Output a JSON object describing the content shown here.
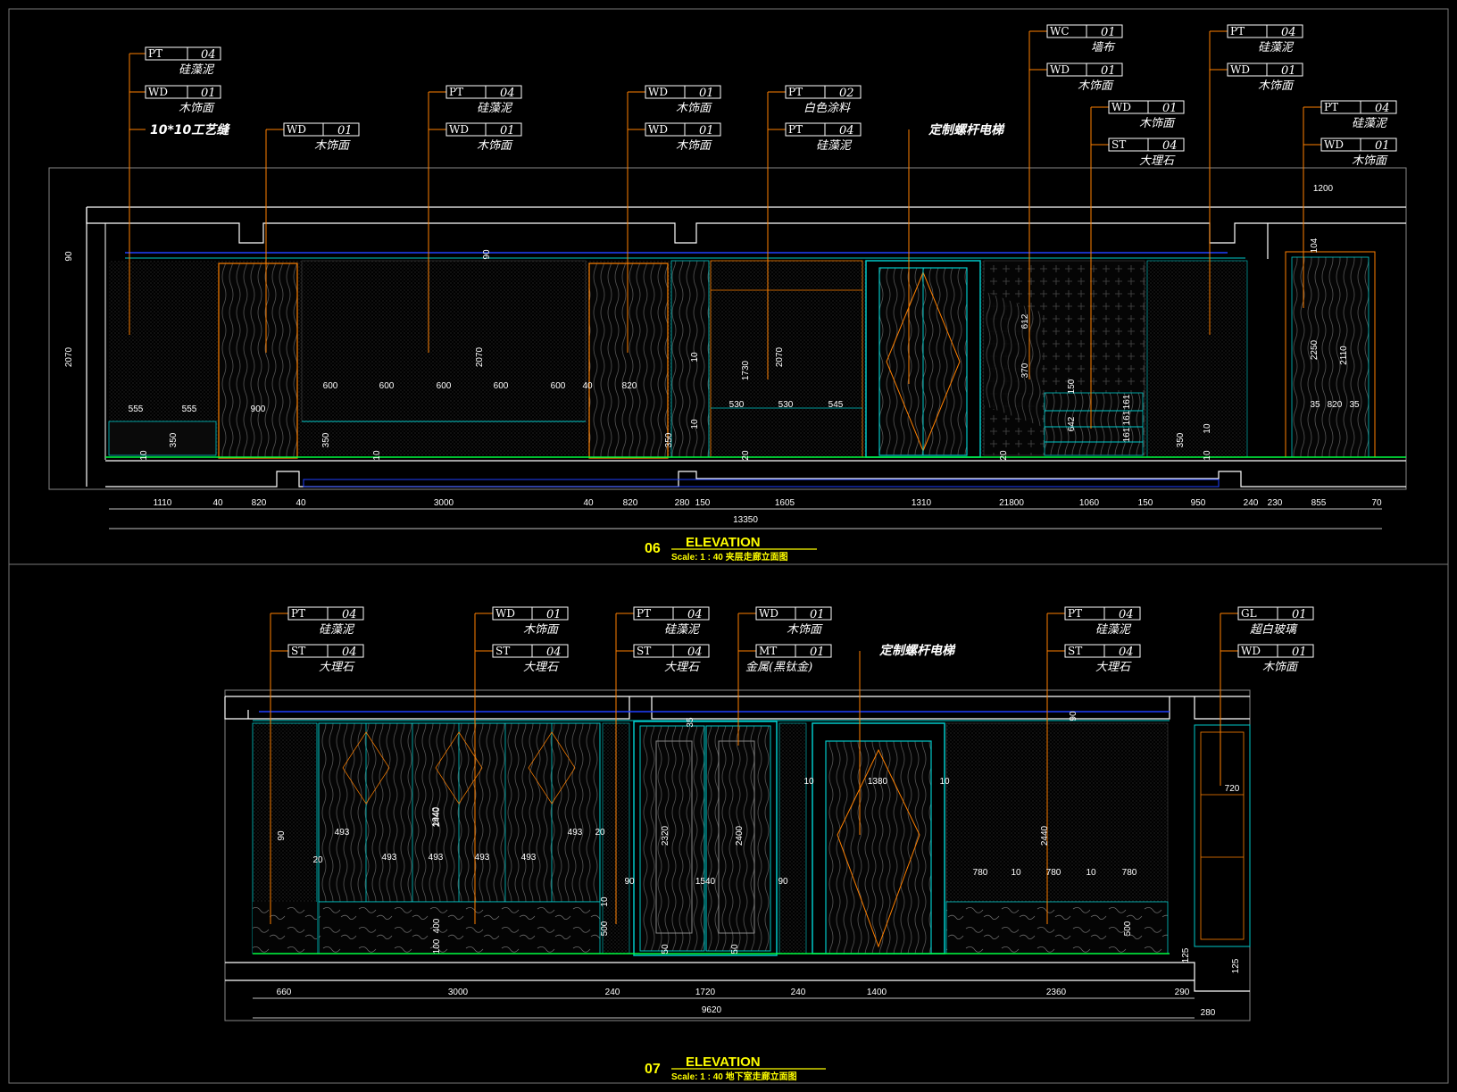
{
  "elevation06": {
    "number": "06",
    "title": "ELEVATION",
    "scale": "Scale: 1 : 40  夹层走廊立面图",
    "tags": [
      {
        "code": "PT",
        "num": "04",
        "label": "硅藻泥"
      },
      {
        "code": "WD",
        "num": "01",
        "label": "木饰面"
      },
      {
        "code": "WD",
        "num": "01",
        "label": "木饰面"
      },
      {
        "code": "PT",
        "num": "04",
        "label": "硅藻泥"
      },
      {
        "code": "WD",
        "num": "01",
        "label": "木饰面"
      },
      {
        "code": "WD",
        "num": "01",
        "label": "木饰面"
      },
      {
        "code": "WD",
        "num": "01",
        "label": "木饰面"
      },
      {
        "code": "PT",
        "num": "02",
        "label": "白色涂料"
      },
      {
        "code": "PT",
        "num": "04",
        "label": "硅藻泥"
      },
      {
        "code": "WC",
        "num": "01",
        "label": "墙布"
      },
      {
        "code": "WD",
        "num": "01",
        "label": "木饰面"
      },
      {
        "code": "WD",
        "num": "01",
        "label": "木饰面"
      },
      {
        "code": "ST",
        "num": "04",
        "label": "大理石"
      },
      {
        "code": "PT",
        "num": "04",
        "label": "硅藻泥"
      },
      {
        "code": "WD",
        "num": "01",
        "label": "木饰面"
      },
      {
        "code": "PT",
        "num": "04",
        "label": "硅藻泥"
      },
      {
        "code": "WD",
        "num": "01",
        "label": "木饰面"
      }
    ],
    "notes": [
      "10*10工艺缝",
      "定制螺杆电梯"
    ],
    "bottom_dims": [
      "1110",
      "40",
      "820",
      "40",
      "3000",
      "40",
      "820",
      "280",
      "150",
      "1605",
      "1310",
      "21800",
      "1060",
      "150",
      "950",
      "240",
      "230",
      "855",
      "70"
    ],
    "total_dim": "13350",
    "inner_dims": [
      "555",
      "555",
      "900",
      "600",
      "600",
      "600",
      "600",
      "600",
      "40",
      "820",
      "530",
      "530",
      "545",
      "35",
      "820",
      "35",
      "1200"
    ],
    "vertical_dims": [
      "90",
      "2070",
      "350",
      "10",
      "350",
      "10",
      "2070",
      "10",
      "10",
      "350",
      "1730",
      "20",
      "2070",
      "20",
      "612",
      "370",
      "150",
      "161",
      "642",
      "161",
      "161",
      "10",
      "350",
      "10",
      "104",
      "2250",
      "2110",
      "90"
    ]
  },
  "elevation07": {
    "number": "07",
    "title": "ELEVATION",
    "scale": "Scale: 1 : 40  地下室走廊立面图",
    "tags": [
      {
        "code": "PT",
        "num": "04",
        "label": "硅藻泥"
      },
      {
        "code": "ST",
        "num": "04",
        "label": "大理石"
      },
      {
        "code": "WD",
        "num": "01",
        "label": "木饰面"
      },
      {
        "code": "ST",
        "num": "04",
        "label": "大理石"
      },
      {
        "code": "PT",
        "num": "04",
        "label": "硅藻泥"
      },
      {
        "code": "ST",
        "num": "04",
        "label": "大理石"
      },
      {
        "code": "WD",
        "num": "01",
        "label": "木饰面"
      },
      {
        "code": "MT",
        "num": "01",
        "label": "金属(黑钛金)"
      },
      {
        "code": "PT",
        "num": "04",
        "label": "硅藻泥"
      },
      {
        "code": "ST",
        "num": "04",
        "label": "大理石"
      },
      {
        "code": "GL",
        "num": "01",
        "label": "超白玻璃"
      },
      {
        "code": "WD",
        "num": "01",
        "label": "木饰面"
      }
    ],
    "notes": [
      "定制螺杆电梯"
    ],
    "bottom_dims": [
      "660",
      "3000",
      "240",
      "1720",
      "240",
      "1400",
      "2360",
      "290"
    ],
    "total_dim": "9620",
    "extra_dim": "280",
    "inner_dims": [
      "493",
      "493",
      "493",
      "493",
      "493",
      "493",
      "20",
      "20",
      "90",
      "1540",
      "90",
      "10",
      "1380",
      "10",
      "780",
      "10",
      "780",
      "10",
      "780",
      "720"
    ],
    "vertical_dims": [
      "90",
      "2440",
      "1940",
      "2320",
      "2400",
      "50",
      "35",
      "500",
      "400",
      "100",
      "10",
      "50",
      "2440",
      "90",
      "500",
      "125",
      "125"
    ]
  },
  "colors": {
    "background": "#000000",
    "frame": "#ffffff",
    "leader": "#ff8000",
    "panel_edge": "#00c8c8",
    "ceiling_line": "#2040ff",
    "baseline": "#00ff40",
    "title": "#ffff00"
  }
}
